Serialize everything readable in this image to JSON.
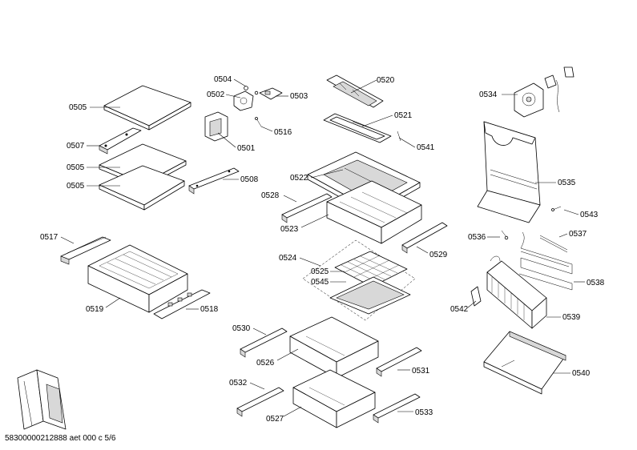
{
  "parts": {
    "p0505a": "0505",
    "p0507": "0507",
    "p0505b": "0505",
    "p0505c": "0505",
    "p0504": "0504",
    "p0502": "0502",
    "p0503": "0503",
    "p0516": "0516",
    "p0501": "0501",
    "p0508": "0508",
    "p0520": "0520",
    "p0521": "0521",
    "p0541": "0541",
    "p0522": "0522",
    "p0528": "0528",
    "p0523": "0523",
    "p0529": "0529",
    "p0524": "0524",
    "p0525": "0525",
    "p0545": "0545",
    "p0517": "0517",
    "p0519": "0519",
    "p0518": "0518",
    "p0534": "0534",
    "p0535": "0535",
    "p0543": "0543",
    "p0536": "0536",
    "p0537": "0537",
    "p0538": "0538",
    "p0542": "0542",
    "p0539": "0539",
    "p0540": "0540",
    "p0530": "0530",
    "p0526": "0526",
    "p0531": "0531",
    "p0532": "0532",
    "p0527": "0527",
    "p0533": "0533"
  },
  "footer": "58300000212888 aet 000 c 5/6"
}
